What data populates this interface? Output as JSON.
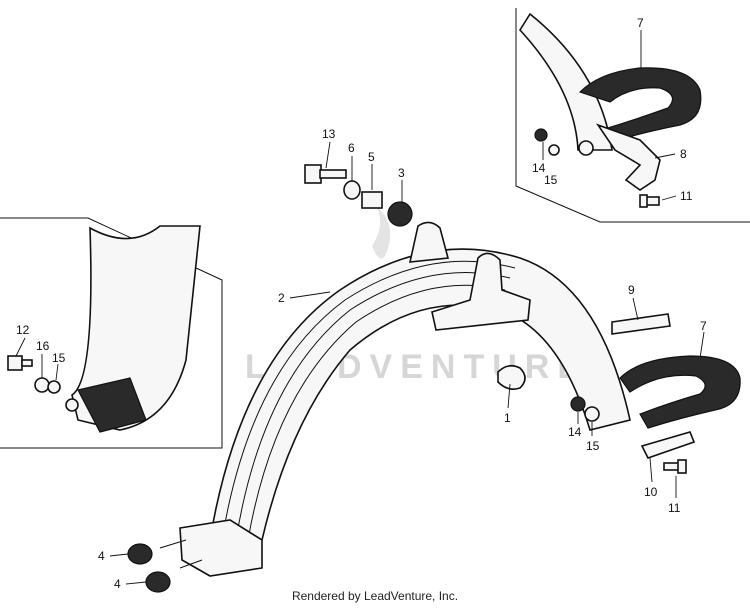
{
  "watermark": "LEADVENTURE",
  "footer_text": "Rendered by LeadVenture, Inc.",
  "callouts": {
    "c13": "13",
    "c6": "6",
    "c5": "5",
    "c3": "3",
    "c2": "2",
    "c1": "1",
    "c9": "9",
    "c7a": "7",
    "c7b": "7",
    "c8": "8",
    "c14a": "14",
    "c15a": "15",
    "c11a": "11",
    "c14b": "14",
    "c15b": "15",
    "c10": "10",
    "c11b": "11",
    "c12": "12",
    "c16": "16",
    "c15c": "15",
    "c4a": "4",
    "c4b": "4"
  }
}
